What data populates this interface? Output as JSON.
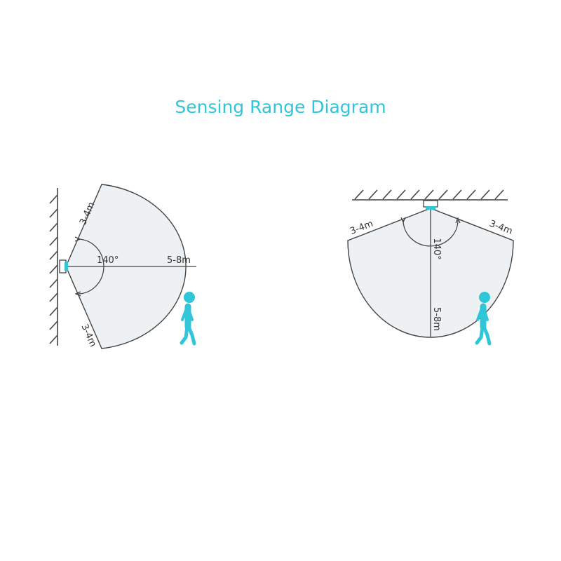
{
  "title": "Sensing Range Diagram",
  "colors": {
    "accent": "#2fc6d8",
    "zone_fill": "#eef1f3",
    "line": "#444444"
  },
  "wall_mount": {
    "label_upper": "3-4m",
    "label_angle": "140°",
    "label_range": "5-8m",
    "label_lower": "3-4m"
  },
  "ceiling_mount": {
    "label_left": "3-4m",
    "label_right": "3-4m",
    "label_angle": "140°",
    "label_range": "5-8m"
  }
}
